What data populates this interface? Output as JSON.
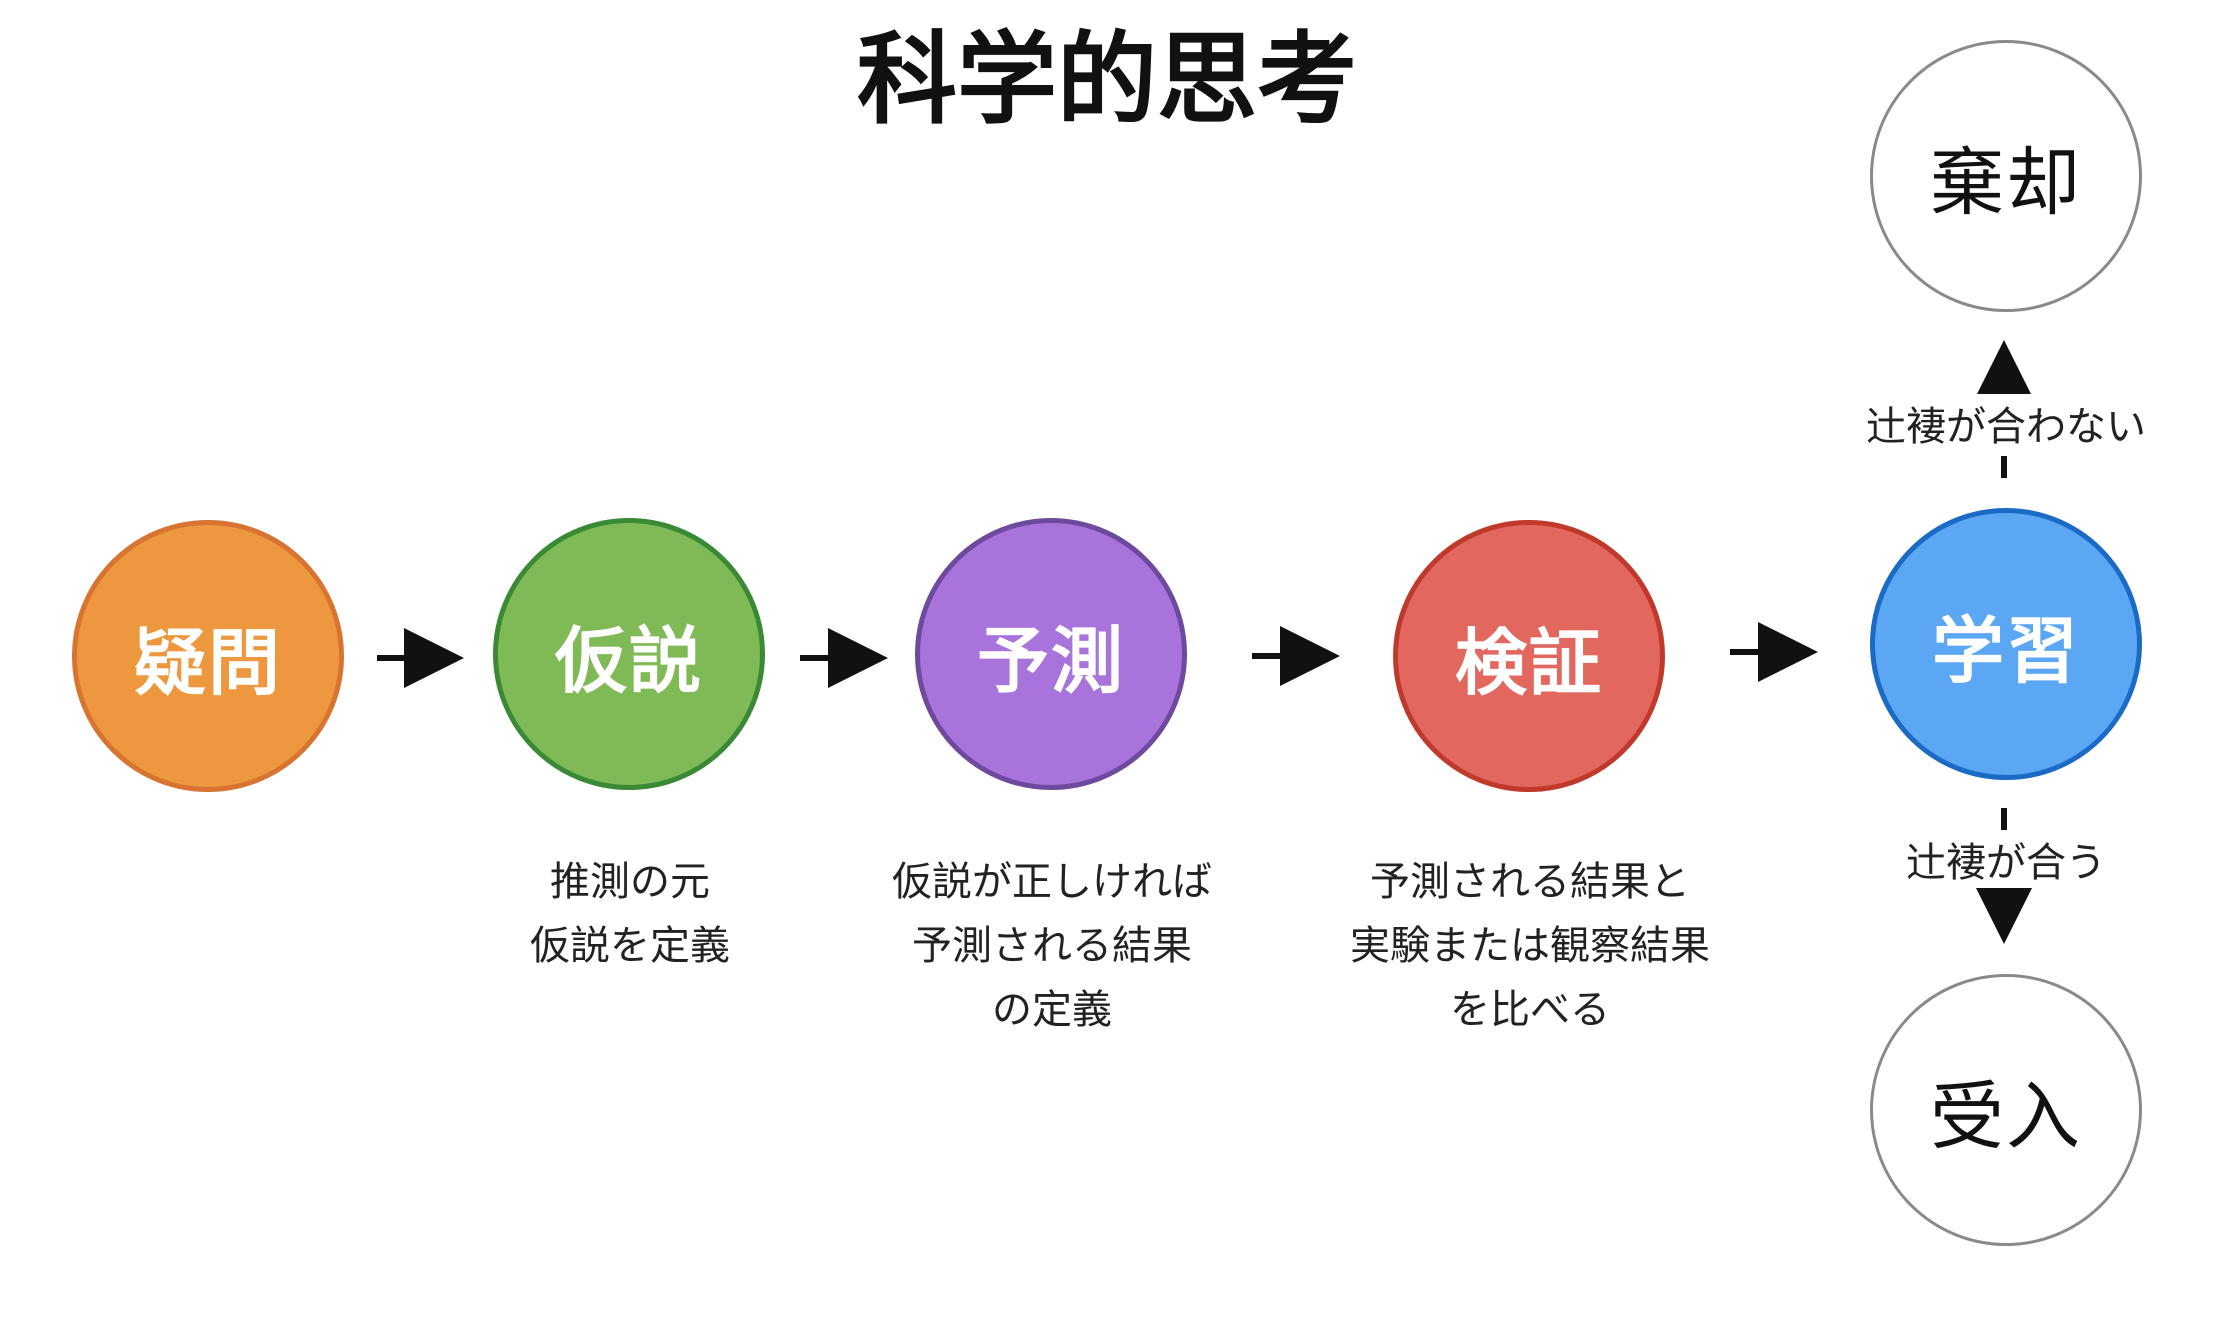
{
  "title": "科学的思考",
  "steps": [
    {
      "label": "疑問",
      "fill": "#ED983E",
      "stroke": "#D87332"
    },
    {
      "label": "仮説",
      "fill": "#7FBA56",
      "stroke": "#3A8A35"
    },
    {
      "label": "予測",
      "fill": "#A873DA",
      "stroke": "#6E4A9E"
    },
    {
      "label": "検証",
      "fill": "#E2685F",
      "stroke": "#C03A2C"
    },
    {
      "label": "学習",
      "fill": "#5CA7F4",
      "stroke": "#1B6BC6"
    }
  ],
  "descriptions": {
    "hypothesis": [
      "推測の元",
      "仮説を定義"
    ],
    "prediction": [
      "仮説が正しければ",
      "予測される結果",
      "の定義"
    ],
    "verification": [
      "予測される結果と",
      "実験または観察結果",
      "を比べる"
    ]
  },
  "outcomes": {
    "reject": "棄却",
    "accept": "受入"
  },
  "branches": {
    "mismatch": "辻褄が合わない",
    "match": "辻褄が合う"
  }
}
